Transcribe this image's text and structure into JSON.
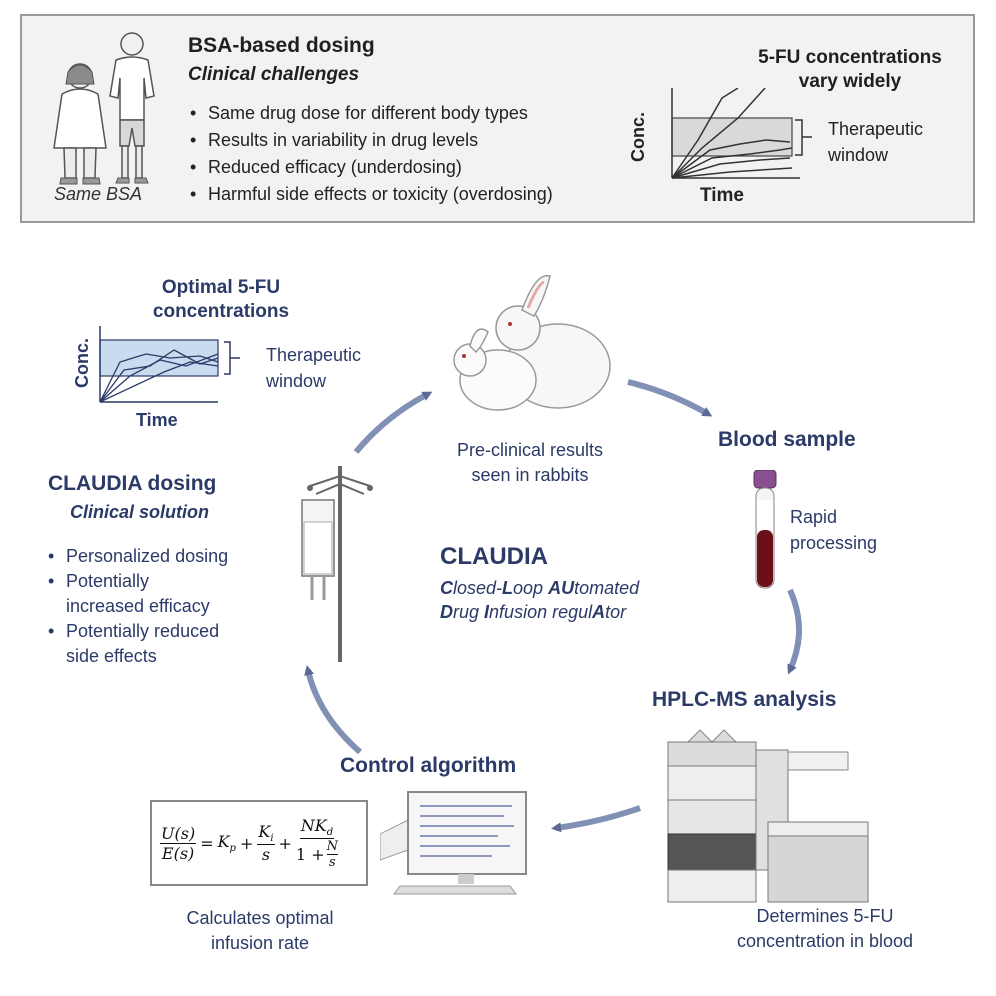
{
  "top": {
    "people_caption": "Same BSA",
    "title": "BSA-based dosing",
    "subtitle": "Clinical challenges",
    "bullets": [
      "Same drug dose for different body types",
      "Results in variability in drug levels",
      "Reduced efficacy (underdosing)",
      "Harmful side effects or toxicity (overdosing)"
    ],
    "chart_title_line1": "5-FU concentrations",
    "chart_title_line2": "vary widely",
    "chart_ylabel": "Conc.",
    "chart_xlabel": "Time",
    "window_label_line1": "Therapeutic",
    "window_label_line2": "window"
  },
  "optimal": {
    "title_line1": "Optimal 5-FU",
    "title_line2": "concentrations",
    "ylabel": "Conc.",
    "xlabel": "Time",
    "window_label_line1": "Therapeutic",
    "window_label_line2": "window"
  },
  "claudia_dosing": {
    "title": "CLAUDIA dosing",
    "subtitle": "Clinical solution",
    "bullets": [
      {
        "line1": "Personalized dosing",
        "line2": ""
      },
      {
        "line1": "Potentially",
        "line2": "increased efficacy"
      },
      {
        "line1": "Potentially reduced",
        "line2": "side effects"
      }
    ]
  },
  "center": {
    "title": "CLAUDIA",
    "line1": [
      {
        "t": "C",
        "b": true
      },
      {
        "t": "losed-",
        "b": false
      },
      {
        "t": "L",
        "b": true
      },
      {
        "t": "oop ",
        "b": false
      },
      {
        "t": "AU",
        "b": true
      },
      {
        "t": "tomated",
        "b": false
      }
    ],
    "line2": [
      {
        "t": "D",
        "b": true
      },
      {
        "t": "rug ",
        "b": false
      },
      {
        "t": "I",
        "b": true
      },
      {
        "t": "nfusion regul",
        "b": false
      },
      {
        "t": "A",
        "b": true
      },
      {
        "t": "tor",
        "b": false
      }
    ]
  },
  "rabbits": {
    "caption_line1": "Pre-clinical results",
    "caption_line2": "seen in rabbits"
  },
  "blood": {
    "title": "Blood sample",
    "note_line1": "Rapid",
    "note_line2": "processing"
  },
  "hplc": {
    "title": "HPLC-MS analysis",
    "caption_line1": "Determines 5-FU",
    "caption_line2": "concentration in blood"
  },
  "control": {
    "title": "Control algorithm",
    "caption_line1": "Calculates optimal",
    "caption_line2": "infusion rate",
    "equation": {
      "lhs_num": "U(s)",
      "lhs_den": "E(s)",
      "eq": "=",
      "kp": "K",
      "kp_sub": "p",
      "plus": "+",
      "ki": "K",
      "ki_sub": "i",
      "s": "s",
      "nkd": "NK",
      "nkd_sub": "d",
      "one_plus": "1 +",
      "n": "N"
    }
  },
  "colors": {
    "navy": "#2b3a67",
    "arrow": "#5b6a95",
    "window_fill": "#c8dbef",
    "box_bg": "#f2f2f2",
    "box_border": "#9a9a9a",
    "blood": "#6b0f1a"
  }
}
